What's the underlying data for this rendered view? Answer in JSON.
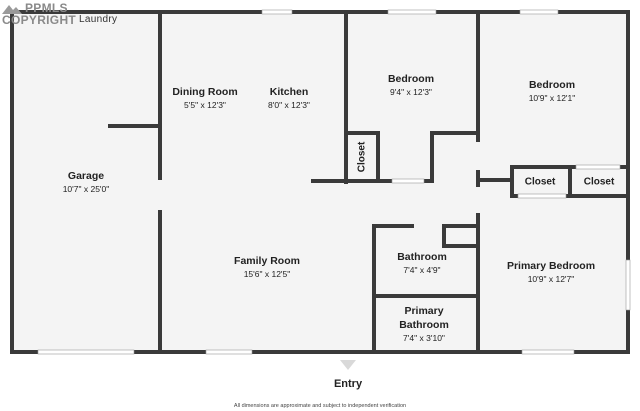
{
  "watermark": {
    "brand": "PPMLS",
    "copyright": "COPYRIGHT",
    "overlapping_label": "Laundry"
  },
  "rooms": {
    "garage": {
      "name": "Garage",
      "dims": "10'7\" x 25'0\""
    },
    "dining_room": {
      "name": "Dining Room",
      "dims": "5'5\" x 12'3\""
    },
    "kitchen": {
      "name": "Kitchen",
      "dims": "8'0\" x 12'3\""
    },
    "bedroom_1": {
      "name": "Bedroom",
      "dims": "9'4\" x 12'3\""
    },
    "bedroom_2": {
      "name": "Bedroom",
      "dims": "10'9\" x 12'1\""
    },
    "family_room": {
      "name": "Family Room",
      "dims": "15'6\" x 12'5\""
    },
    "bathroom": {
      "name": "Bathroom",
      "dims": "7'4\" x 4'9\""
    },
    "primary_bedroom": {
      "name": "Primary Bedroom",
      "dims": "10'9\" x 12'7\""
    },
    "primary_bathroom": {
      "name_line1": "Primary",
      "name_line2": "Bathroom",
      "dims": "7'4\" x 3'10\""
    }
  },
  "closets": {
    "bedroom_1_closet": "Closet",
    "bedroom_2_closet": "Closet",
    "primary_closet": "Closet"
  },
  "entry_label": "Entry",
  "disclaimer": "All dimensions are approximate and subject to independent verification",
  "colors": {
    "wall": "#3a3a3a",
    "floor": "#f4f4f4",
    "window": "#ffffff",
    "entry_marker": "#d9d9d9"
  }
}
